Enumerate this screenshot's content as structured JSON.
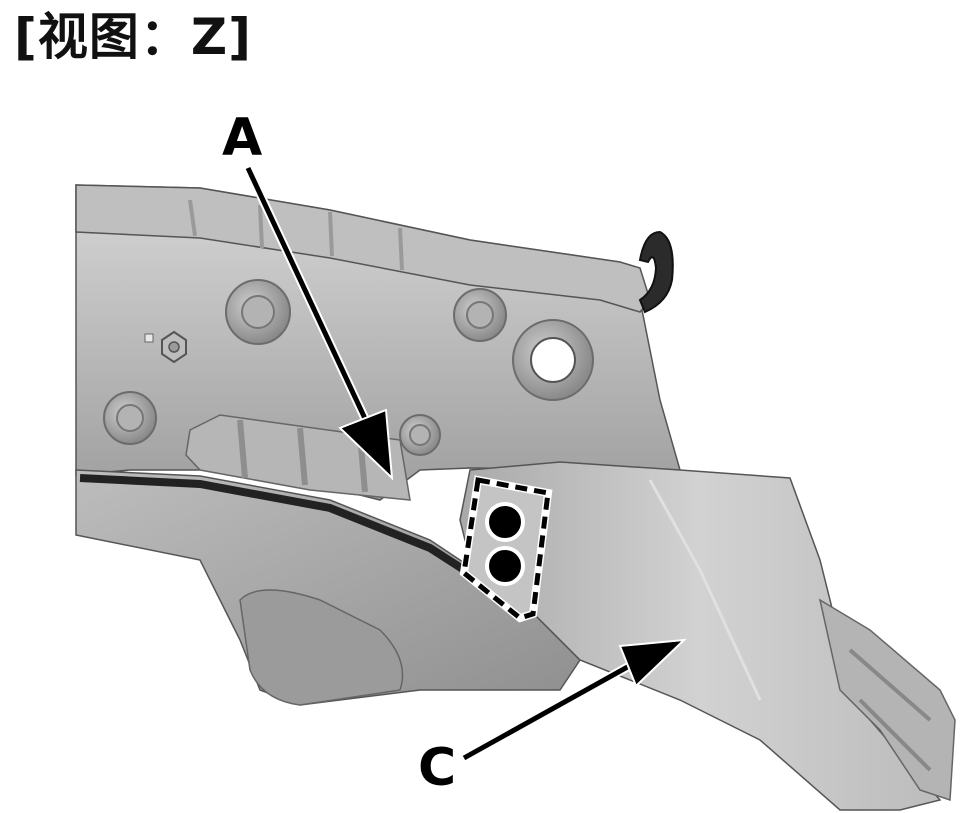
{
  "title": "[视图：Z]",
  "callouts": {
    "a": "A",
    "c": "C"
  },
  "colors": {
    "panel_light": "#c9c9c9",
    "panel_mid": "#a8a8a8",
    "panel_dark": "#7d7d7d",
    "outline": "#1a1a1a",
    "bolt_fill": "#000000"
  },
  "highlight": {
    "style": "dashed outline",
    "bolts_marked": 2
  }
}
